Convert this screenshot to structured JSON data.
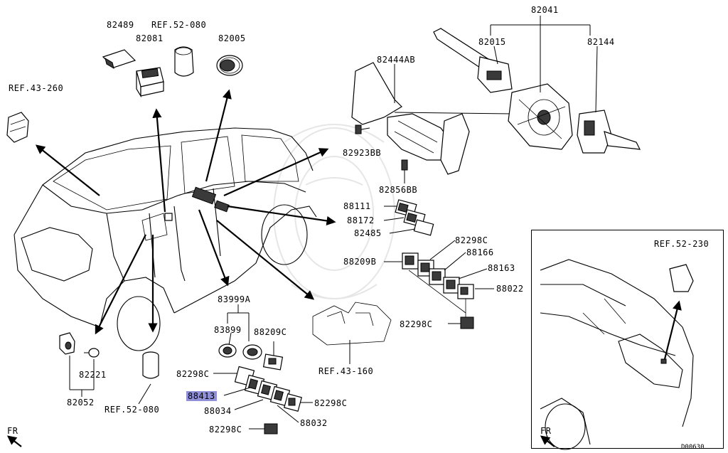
{
  "labels": {
    "p82489": "82489",
    "ref52080_top": "REF.52-080",
    "p82081": "82081",
    "p82005": "82005",
    "ref43260": "REF.43-260",
    "p82041": "82041",
    "p82015": "82015",
    "p82144": "82144",
    "p82444AB": "82444AB",
    "p82923BB": "82923BB",
    "p82856BB": "82856BB",
    "p88111": "88111",
    "p88172": "88172",
    "p82485": "82485",
    "p82298C_a": "82298C",
    "p88166": "88166",
    "p88209B": "88209B",
    "p88163": "88163",
    "p88022": "88022",
    "p82298C_b": "82298C",
    "p83999A": "83999A",
    "p83899": "83899",
    "p88209C": "88209C",
    "ref43160": "REF.43-160",
    "p82298C_c": "82298C",
    "p88413": "88413",
    "p88034": "88034",
    "p82298C_d": "82298C",
    "p88032": "88032",
    "p82298C_e": "82298C",
    "p82221": "82221",
    "p82052": "82052",
    "ref52080_bottom": "REF.52-080",
    "fr_main": "FR",
    "ref52230": "REF.52-230",
    "fr_inset": "FR",
    "diagram_code": "D00630"
  }
}
